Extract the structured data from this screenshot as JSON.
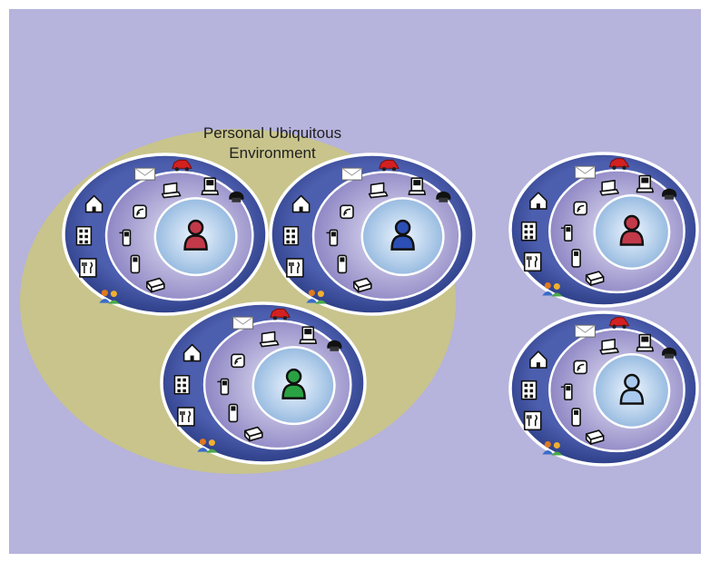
{
  "diagram": {
    "label_lines": [
      "Personal Ubiquitous",
      "Environment"
    ],
    "colors": {
      "background": "#b6b3dc",
      "environment_fill": "#c8c48c",
      "ring_outer": "#3d4f9c",
      "ring_mid": "#8f86c4",
      "ring_inner": "#d6d3ee",
      "core": "#bfd8ef",
      "person_red": "#c23a4a",
      "person_blue": "#2c4fb5",
      "person_green": "#2aa243",
      "person_light": "#a9c9ee",
      "car": "#d32020"
    },
    "users": [
      {
        "id": "user-1",
        "person_color": "red",
        "inside_environment": true
      },
      {
        "id": "user-2",
        "person_color": "blue",
        "inside_environment": true
      },
      {
        "id": "user-3",
        "person_color": "green",
        "inside_environment": true
      },
      {
        "id": "user-4",
        "person_color": "red",
        "inside_environment": false
      },
      {
        "id": "user-5",
        "person_color": "light",
        "inside_environment": false
      }
    ],
    "outer_icons": [
      "house-icon",
      "envelope-icon",
      "car-icon",
      "building-icon",
      "restaurant-icon",
      "people-icon"
    ],
    "inner_icons": [
      "laptop-icon",
      "pda-icon",
      "phone-icon",
      "wifi-icon",
      "mobile-icon",
      "cellphone-icon",
      "printer-icon"
    ]
  }
}
